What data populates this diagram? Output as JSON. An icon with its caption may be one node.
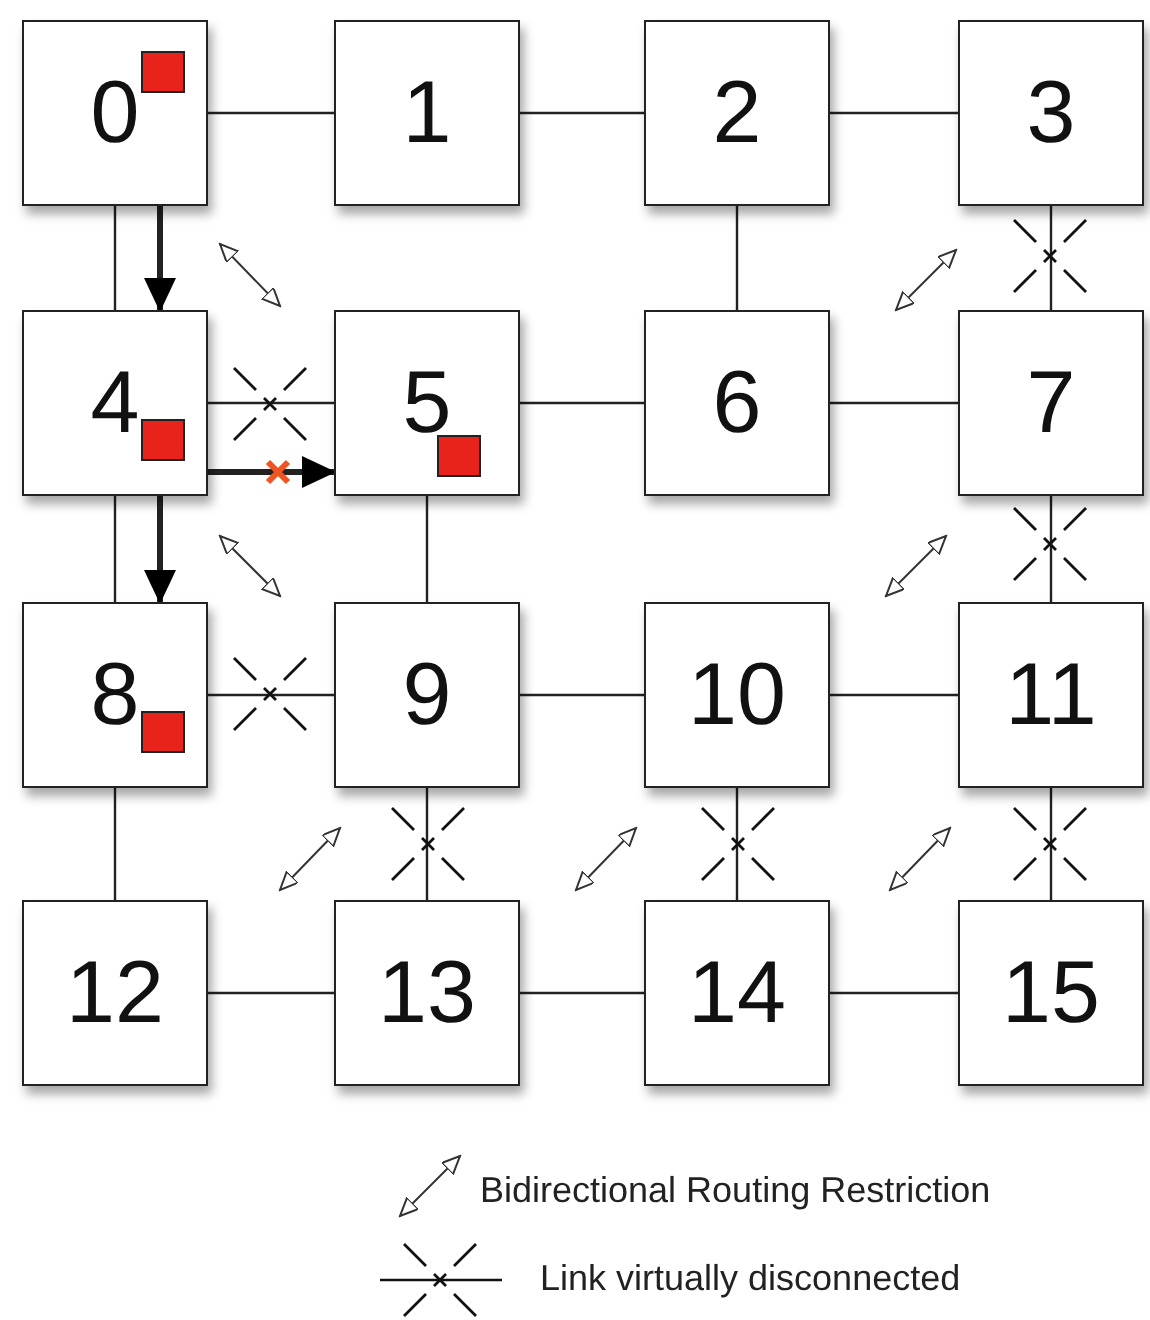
{
  "diagram": {
    "nodes": [
      {
        "text": [
          "0"
        ]
      },
      {
        "text": [
          "1"
        ]
      },
      {
        "text": [
          "2"
        ]
      },
      {
        "text": [
          "3"
        ]
      },
      {
        "text": [
          "4"
        ]
      },
      {
        "text": [
          "5"
        ]
      },
      {
        "text": [
          "6"
        ]
      },
      {
        "text": [
          "7"
        ]
      },
      {
        "text": [
          "8"
        ]
      },
      {
        "text": [
          "9"
        ]
      },
      {
        "text": [
          "10"
        ]
      },
      {
        "text": [
          "11"
        ]
      },
      {
        "text": [
          "12"
        ]
      },
      {
        "text": [
          "13"
        ]
      },
      {
        "text": [
          "14"
        ]
      },
      {
        "text": [
          "15"
        ]
      }
    ],
    "edges": [
      {
        "from": 0,
        "to": 1,
        "arrow": "none"
      },
      {
        "from": 1,
        "to": 2,
        "arrow": "none"
      },
      {
        "from": 2,
        "to": 3,
        "arrow": "none"
      },
      {
        "from": 0,
        "to": 4,
        "arrow": "none"
      },
      {
        "from": 2,
        "to": 6,
        "arrow": "none"
      },
      {
        "from": 3,
        "to": 7,
        "arrow": "none"
      },
      {
        "from": 4,
        "to": 5,
        "arrow": "none"
      },
      {
        "from": 5,
        "to": 6,
        "arrow": "none"
      },
      {
        "from": 6,
        "to": 7,
        "arrow": "none"
      },
      {
        "from": 4,
        "to": 8,
        "arrow": "none"
      },
      {
        "from": 5,
        "to": 9,
        "arrow": "none"
      },
      {
        "from": 7,
        "to": 11,
        "arrow": "none"
      },
      {
        "from": 8,
        "to": 9,
        "arrow": "none"
      },
      {
        "from": 9,
        "to": 10,
        "arrow": "none"
      },
      {
        "from": 10,
        "to": 11,
        "arrow": "none"
      },
      {
        "from": 8,
        "to": 12,
        "arrow": "none"
      },
      {
        "from": 9,
        "to": 13,
        "arrow": "none"
      },
      {
        "from": 10,
        "to": 14,
        "arrow": "none"
      },
      {
        "from": 11,
        "to": 15,
        "arrow": "none"
      },
      {
        "from": 12,
        "to": 13,
        "arrow": "none"
      },
      {
        "from": 13,
        "to": 14,
        "arrow": "none"
      },
      {
        "from": 14,
        "to": 15,
        "arrow": "none"
      },
      {
        "from": 0,
        "to": 4,
        "arrow": "to",
        "style": "thick"
      },
      {
        "from": 4,
        "to": 5,
        "arrow": "to",
        "style": "thick"
      },
      {
        "from": 4,
        "to": 8,
        "arrow": "to",
        "style": "thick"
      }
    ],
    "legend": [
      {
        "text": "Bidirectional Routing Restriction"
      },
      {
        "text": "Link virtually disconnected"
      }
    ]
  }
}
